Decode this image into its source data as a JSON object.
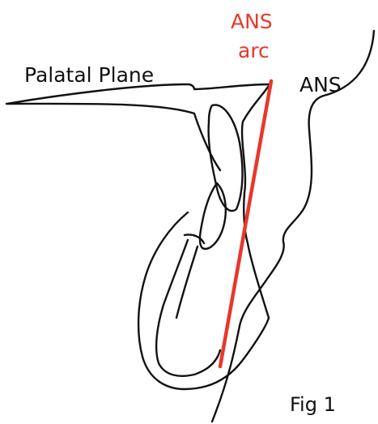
{
  "labels": {
    "palatal_plane": "Palatal Plane",
    "ans": "ANS",
    "ans_arc_line1": "ANS",
    "ans_arc_line2": "arc",
    "figure": "Fig 1"
  },
  "colors": {
    "outline": "#111111",
    "arc": "#e8372b"
  }
}
